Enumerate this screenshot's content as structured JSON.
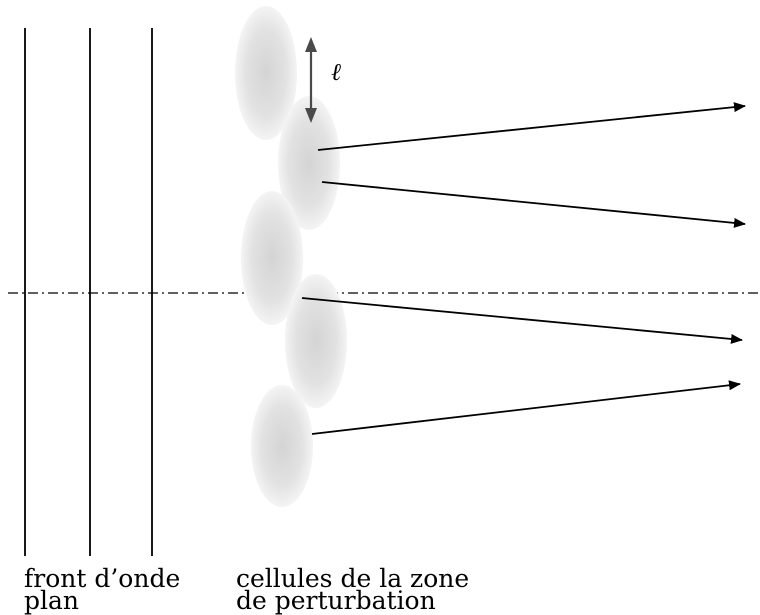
{
  "labels": {
    "wavefront_line1": "front d’onde",
    "wavefront_line2": "plan",
    "cells_line1": "cellules de la zone",
    "cells_line2": "de perturbation",
    "scale_symbol": "ℓ"
  },
  "colors": {
    "line": "#000000",
    "cell_center": "#d4d4d4",
    "cell_edge": "#f4f4f4",
    "scale_arrow": "#4a4a4a"
  }
}
